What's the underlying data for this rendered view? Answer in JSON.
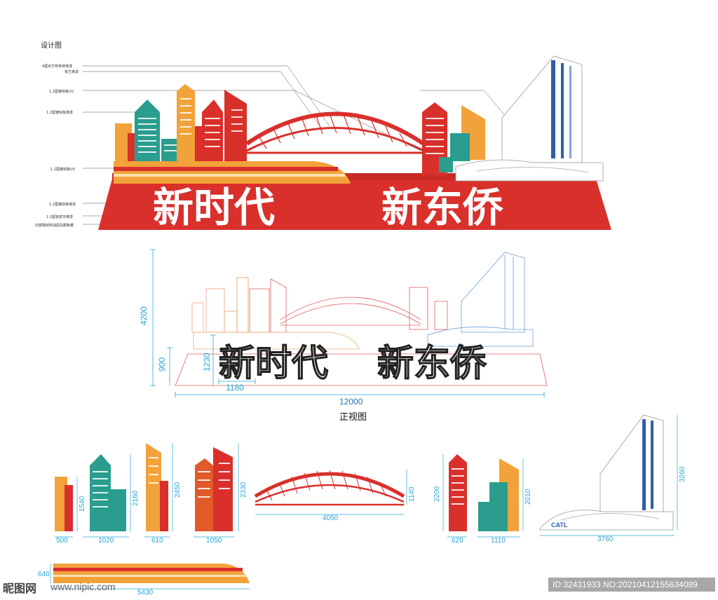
{
  "titles": {
    "design": "设计图",
    "front": "正视图"
  },
  "slogan": {
    "left": "新时代",
    "right": "新东侨"
  },
  "annotations": [
    "4厘米方管骨架烤漆",
    "铁艺烤漆",
    "1.2厘镀锌板UV",
    "1.2厘镀锌板烤漆",
    "1.2厘镀锌板UV",
    "1.2厘镀锌板烤漆",
    "1.2厘铁皮字烤漆",
    "内部钢结构加固及膨胀螺"
  ],
  "front_dims": {
    "height_total": "4200",
    "height_base": "900",
    "height_text": "1230",
    "char_width": "1180",
    "total_width": "12000"
  },
  "parts": [
    {
      "name": "building-pair-1",
      "width": "500",
      "height": "1540"
    },
    {
      "name": "building-teal",
      "width": "1020",
      "height": "2160"
    },
    {
      "name": "building-orange",
      "width": "610",
      "height": "2450"
    },
    {
      "name": "building-red-pair",
      "width": "1050",
      "height": "2330"
    },
    {
      "name": "bridge",
      "width": "4050",
      "height": "1140"
    },
    {
      "name": "building-red-tall",
      "width": "620",
      "height": "2200"
    },
    {
      "name": "building-teal-orange",
      "width": "1110",
      "height": "2010"
    },
    {
      "name": "tower-catl",
      "width": "3760",
      "height": "3260"
    },
    {
      "name": "train",
      "width": "5430",
      "height": "640"
    }
  ],
  "catl_label": "CATL",
  "watermark": {
    "left": "昵图网",
    "url": "www.nipic.com",
    "id": "ID:32431933 NO:20210412155634089"
  },
  "colors": {
    "red": "#d9302c",
    "orange": "#f2a23a",
    "teal": "#2a9d8f",
    "blue": "#2e5fa8",
    "dim": "#2aa5d6"
  }
}
